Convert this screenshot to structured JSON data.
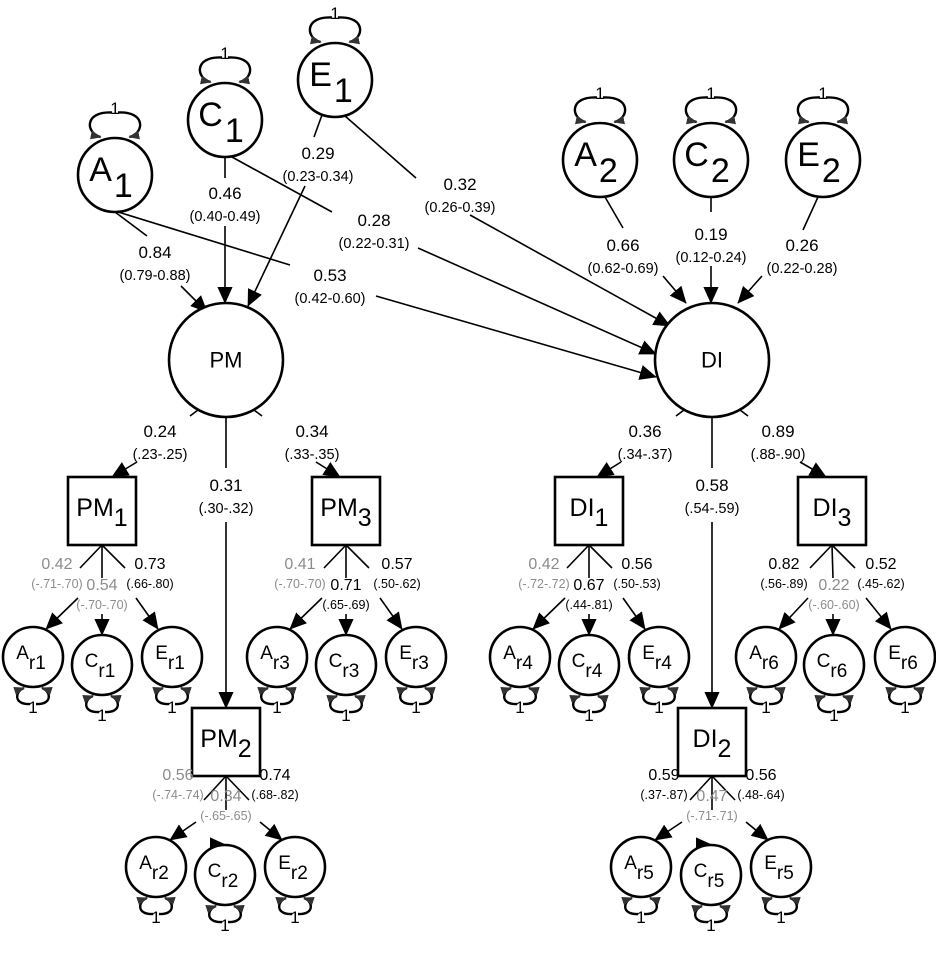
{
  "colors": {
    "ink": "#000000",
    "nonsignificant": "#8c8c8c",
    "background": "#ffffff"
  },
  "latent_top": [
    {
      "id": "A1",
      "base": "A",
      "sub": "1",
      "variance": "1"
    },
    {
      "id": "C1",
      "base": "C",
      "sub": "1",
      "variance": "1"
    },
    {
      "id": "E1",
      "base": "E",
      "sub": "1",
      "variance": "1"
    },
    {
      "id": "A2",
      "base": "A",
      "sub": "2",
      "variance": "1"
    },
    {
      "id": "C2",
      "base": "C",
      "sub": "2",
      "variance": "1"
    },
    {
      "id": "E2",
      "base": "E",
      "sub": "2",
      "variance": "1"
    }
  ],
  "factors": [
    {
      "id": "PM",
      "label": "PM"
    },
    {
      "id": "DI",
      "label": "DI"
    }
  ],
  "indicators": [
    {
      "id": "PM1",
      "base": "PM",
      "sub": "1"
    },
    {
      "id": "PM2",
      "base": "PM",
      "sub": "2"
    },
    {
      "id": "PM3",
      "base": "PM",
      "sub": "3"
    },
    {
      "id": "DI1",
      "base": "DI",
      "sub": "1"
    },
    {
      "id": "DI2",
      "base": "DI",
      "sub": "2"
    },
    {
      "id": "DI3",
      "base": "DI",
      "sub": "3"
    }
  ],
  "residuals": [
    {
      "id": "Ar1",
      "base": "A",
      "sub": "r1",
      "variance": "1"
    },
    {
      "id": "Cr1",
      "base": "C",
      "sub": "r1",
      "variance": "1"
    },
    {
      "id": "Er1",
      "base": "E",
      "sub": "r1",
      "variance": "1"
    },
    {
      "id": "Ar2",
      "base": "A",
      "sub": "r2",
      "variance": "1"
    },
    {
      "id": "Cr2",
      "base": "C",
      "sub": "r2",
      "variance": "1"
    },
    {
      "id": "Er2",
      "base": "E",
      "sub": "r2",
      "variance": "1"
    },
    {
      "id": "Ar3",
      "base": "A",
      "sub": "r3",
      "variance": "1"
    },
    {
      "id": "Cr3",
      "base": "C",
      "sub": "r3",
      "variance": "1"
    },
    {
      "id": "Er3",
      "base": "E",
      "sub": "r3",
      "variance": "1"
    },
    {
      "id": "Ar4",
      "base": "A",
      "sub": "r4",
      "variance": "1"
    },
    {
      "id": "Cr4",
      "base": "C",
      "sub": "r4",
      "variance": "1"
    },
    {
      "id": "Er4",
      "base": "E",
      "sub": "r4",
      "variance": "1"
    },
    {
      "id": "Ar5",
      "base": "A",
      "sub": "r5",
      "variance": "1"
    },
    {
      "id": "Cr5",
      "base": "C",
      "sub": "r5",
      "variance": "1"
    },
    {
      "id": "Er5",
      "base": "E",
      "sub": "r5",
      "variance": "1"
    },
    {
      "id": "Ar6",
      "base": "A",
      "sub": "r6",
      "variance": "1"
    },
    {
      "id": "Cr6",
      "base": "C",
      "sub": "r6",
      "variance": "1"
    },
    {
      "id": "Er6",
      "base": "E",
      "sub": "r6",
      "variance": "1"
    }
  ],
  "paths": {
    "A1_PM": {
      "from": "A1",
      "to": "PM",
      "estimate": "0.84",
      "ci": "(0.79-0.88)",
      "significant": true
    },
    "C1_PM": {
      "from": "C1",
      "to": "PM",
      "estimate": "0.46",
      "ci": "(0.40-0.49)",
      "significant": true
    },
    "E1_PM": {
      "from": "E1",
      "to": "PM",
      "estimate": "0.29",
      "ci": "(0.23-0.34)",
      "significant": true
    },
    "A1_DI": {
      "from": "A1",
      "to": "DI",
      "estimate": "0.53",
      "ci": "(0.42-0.60)",
      "significant": true
    },
    "C1_DI": {
      "from": "C1",
      "to": "DI",
      "estimate": "0.28",
      "ci": "(0.22-0.31)",
      "significant": true
    },
    "E1_DI": {
      "from": "E1",
      "to": "DI",
      "estimate": "0.32",
      "ci": "(0.26-0.39)",
      "significant": true
    },
    "A2_DI": {
      "from": "A2",
      "to": "DI",
      "estimate": "0.66",
      "ci": "(0.62-0.69)",
      "significant": true
    },
    "C2_DI": {
      "from": "C2",
      "to": "DI",
      "estimate": "0.19",
      "ci": "(0.12-0.24)",
      "significant": true
    },
    "E2_DI": {
      "from": "E2",
      "to": "DI",
      "estimate": "0.26",
      "ci": "(0.22-0.28)",
      "significant": true
    },
    "PM_PM1": {
      "from": "PM",
      "to": "PM1",
      "estimate": "0.24",
      "ci": "(.23-.25)",
      "significant": true
    },
    "PM_PM2": {
      "from": "PM",
      "to": "PM2",
      "estimate": "0.31",
      "ci": "(.30-.32)",
      "significant": true
    },
    "PM_PM3": {
      "from": "PM",
      "to": "PM3",
      "estimate": "0.34",
      "ci": "(.33-.35)",
      "significant": true
    },
    "DI_DI1": {
      "from": "DI",
      "to": "DI1",
      "estimate": "0.36",
      "ci": "(.34-.37)",
      "significant": true
    },
    "DI_DI2": {
      "from": "DI",
      "to": "DI2",
      "estimate": "0.58",
      "ci": "(.54-.59)",
      "significant": true
    },
    "DI_DI3": {
      "from": "DI",
      "to": "DI3",
      "estimate": "0.89",
      "ci": "(.88-.90)",
      "significant": true
    },
    "PM1_Ar1": {
      "from": "PM1",
      "to": "Ar1",
      "estimate": "0.42",
      "ci": "(-.71-.70)",
      "significant": false
    },
    "PM1_Cr1": {
      "from": "PM1",
      "to": "Cr1",
      "estimate": "0.54",
      "ci": "(-.70-.70)",
      "significant": false
    },
    "PM1_Er1": {
      "from": "PM1",
      "to": "Er1",
      "estimate": "0.73",
      "ci": "(.66-.80)",
      "significant": true
    },
    "PM3_Ar3": {
      "from": "PM3",
      "to": "Ar3",
      "estimate": "0.41",
      "ci": "(-.70-.70)",
      "significant": false
    },
    "PM3_Cr3": {
      "from": "PM3",
      "to": "Cr3",
      "estimate": "0.71",
      "ci": "(.65-.69)",
      "significant": true
    },
    "PM3_Er3": {
      "from": "PM3",
      "to": "Er3",
      "estimate": "0.57",
      "ci": "(.50-.62)",
      "significant": true
    },
    "PM2_Ar2": {
      "from": "PM2",
      "to": "Ar2",
      "estimate": "0.56",
      "ci": "(-.74-.74)",
      "significant": false
    },
    "PM2_Cr2": {
      "from": "PM2",
      "to": "Cr2",
      "estimate": "0.34",
      "ci": "(-.65-.65)",
      "significant": false
    },
    "PM2_Er2": {
      "from": "PM2",
      "to": "Er2",
      "estimate": "0.74",
      "ci": "(.68-.82)",
      "significant": true
    },
    "DI1_Ar4": {
      "from": "DI1",
      "to": "Ar4",
      "estimate": "0.42",
      "ci": "(-.72-.72)",
      "significant": false
    },
    "DI1_Cr4": {
      "from": "DI1",
      "to": "Cr4",
      "estimate": "0.67",
      "ci": "(.44-.81)",
      "significant": true
    },
    "DI1_Er4": {
      "from": "DI1",
      "to": "Er4",
      "estimate": "0.56",
      "ci": "(.50-.53)",
      "significant": true
    },
    "DI3_Ar6": {
      "from": "DI3",
      "to": "Ar6",
      "estimate": "0.82",
      "ci": "(.56-.89)",
      "significant": true
    },
    "DI3_Cr6": {
      "from": "DI3",
      "to": "Cr6",
      "estimate": "0.22",
      "ci": "(-.60-.60)",
      "significant": false
    },
    "DI3_Er6": {
      "from": "DI3",
      "to": "Er6",
      "estimate": "0.52",
      "ci": "(.45-.62)",
      "significant": true
    },
    "DI2_Ar5": {
      "from": "DI2",
      "to": "Ar5",
      "estimate": "0.59",
      "ci": "(.37-.87)",
      "significant": true
    },
    "DI2_Cr5": {
      "from": "DI2",
      "to": "Cr5",
      "estimate": "0.47",
      "ci": "(-.71-.71)",
      "significant": false
    },
    "DI2_Er5": {
      "from": "DI2",
      "to": "Er5",
      "estimate": "0.56",
      "ci": "(.48-.64)",
      "significant": true
    }
  }
}
